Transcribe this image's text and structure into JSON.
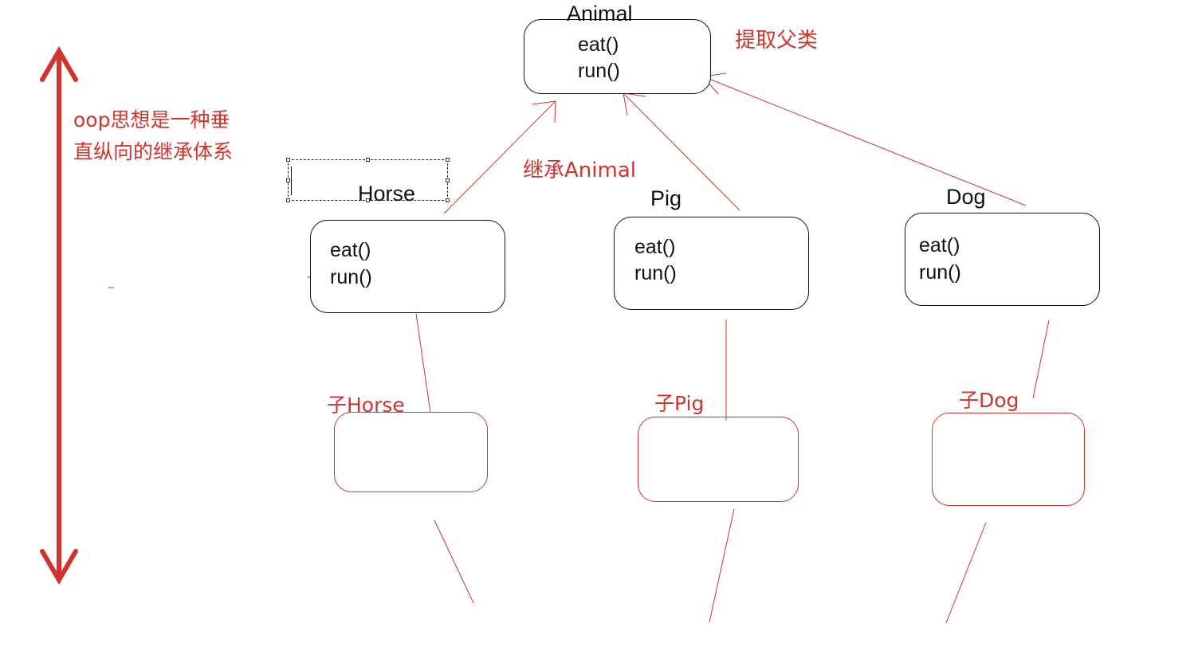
{
  "colors": {
    "ink": "#111111",
    "annotation": "#d0342c"
  },
  "parent": {
    "name": "Animal",
    "methods": [
      "eat()",
      "run()"
    ],
    "note": "提取父类"
  },
  "inherit_note": "继承Animal",
  "side_note": "oop思想是一种垂直纵向的继承体系",
  "children": [
    {
      "name": "Horse",
      "methods": [
        "eat()",
        "run()"
      ],
      "subclass": "子Horse"
    },
    {
      "name": "Pig",
      "methods": [
        "eat()",
        "run()"
      ],
      "subclass": "子Pig"
    },
    {
      "name": "Dog",
      "methods": [
        "eat()",
        "run()"
      ],
      "subclass": "子Dog"
    }
  ]
}
